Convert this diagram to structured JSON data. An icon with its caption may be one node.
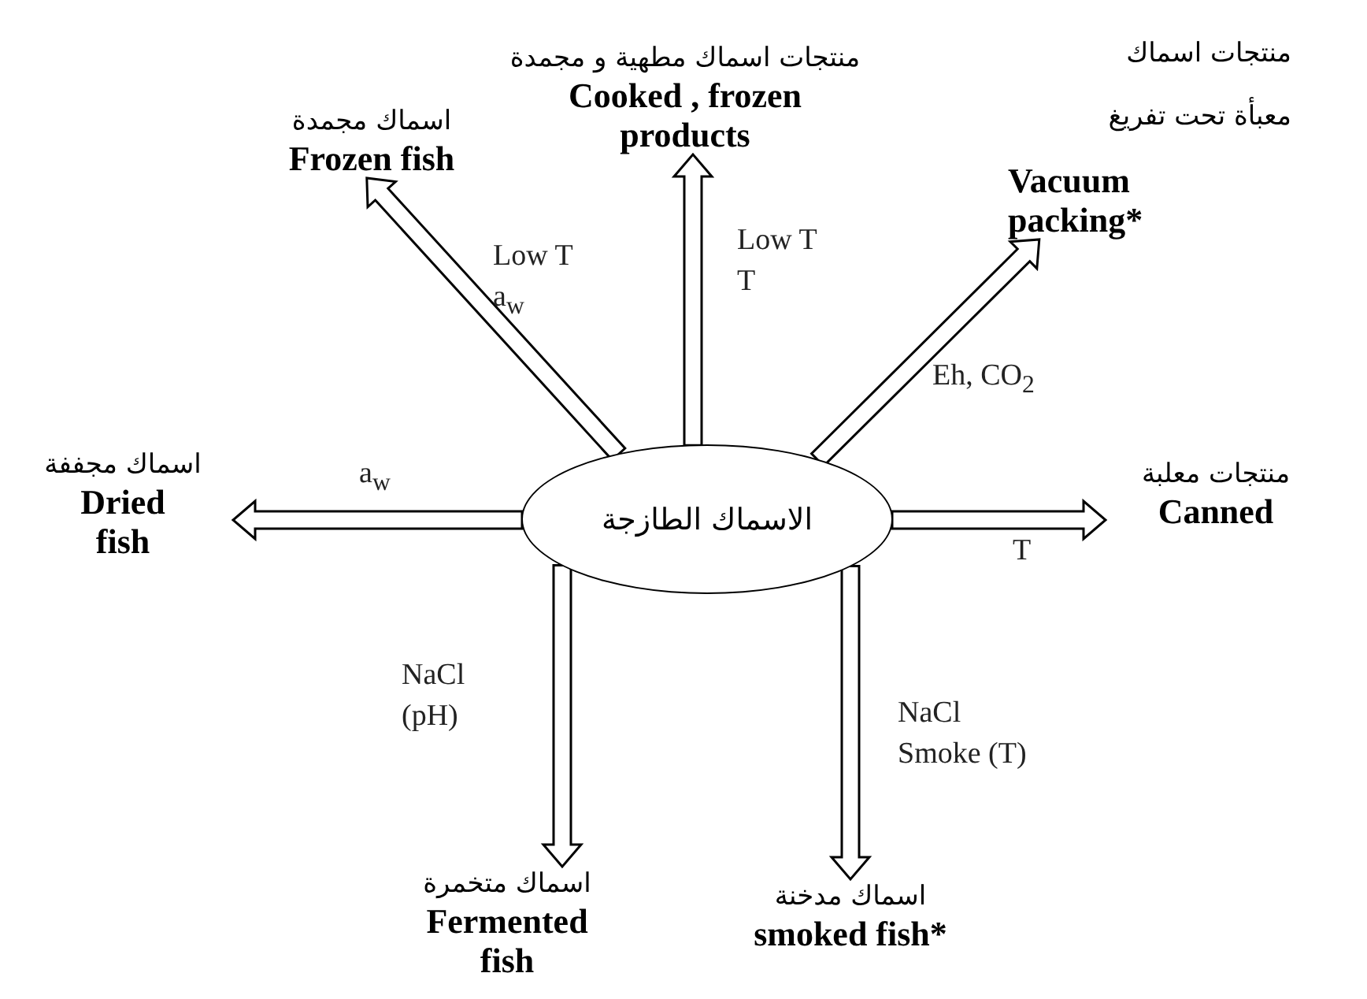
{
  "diagram": {
    "nodes": [
      {
        "text": [
          "الاسماك الطازجة"
        ]
      },
      {
        "text": [
          "اسماك مجمدة",
          "Frozen fish"
        ]
      },
      {
        "text": [
          "منتجات اسماك مطهية و مجمدة",
          "Cooked , frozen products"
        ]
      },
      {
        "text": [
          "منتجات اسماك معبأة تحت تفريغ",
          "Vacuum packing*"
        ]
      },
      {
        "text": [
          "اسماك مجففة",
          "Dried fish"
        ]
      },
      {
        "text": [
          "منتجات معلبة",
          "Canned"
        ]
      },
      {
        "text": [
          "اسماك متخمرة",
          "Fermented fish"
        ]
      },
      {
        "text": [
          "اسماك مدخنة",
          "smoked fish*"
        ]
      }
    ],
    "edges": [
      {
        "from": 0,
        "to": 1,
        "arrow": "to",
        "label": "Low T a$_{w}$"
      },
      {
        "from": 0,
        "to": 2,
        "arrow": "to",
        "label": "Low T T"
      },
      {
        "from": 0,
        "to": 3,
        "arrow": "to",
        "label": "Eh, CO$_{2}$"
      },
      {
        "from": 0,
        "to": 4,
        "arrow": "to",
        "label": "a$_{w}$"
      },
      {
        "from": 0,
        "to": 5,
        "arrow": "to",
        "label": "T"
      },
      {
        "from": 0,
        "to": 6,
        "arrow": "to",
        "label": "NaCl (pH)"
      },
      {
        "from": 0,
        "to": 7,
        "arrow": "to",
        "label": "NaCl Smoke (T)"
      }
    ]
  }
}
